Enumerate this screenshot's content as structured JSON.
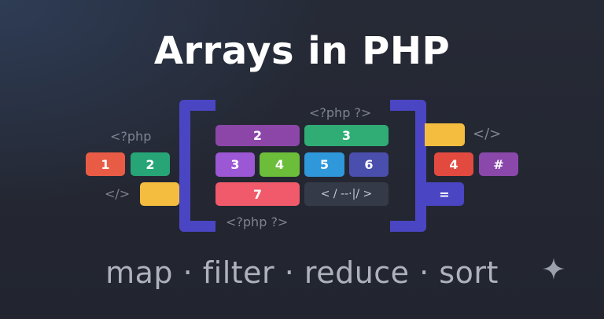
{
  "title": "Arrays in PHP",
  "footer": "map · filter · reduce · sort",
  "snippets": {
    "php_top_center": "<?php ?>",
    "php_bottom_center": "<?php ?>",
    "php_left": "<?php",
    "tag_left": "</>",
    "tag_right": "</>"
  },
  "inner_boxes": [
    {
      "label": "2",
      "color": "#8c46a8"
    },
    {
      "label": "3",
      "color": "#2fad74"
    },
    {
      "label": "3",
      "color": "#9c57d4"
    },
    {
      "label": "4",
      "color": "#6bbd3a"
    },
    {
      "label": "5",
      "color": "#2e98db"
    },
    {
      "label": "6",
      "color": "#4a4fad"
    },
    {
      "label": "7",
      "color": "#f05a6a"
    },
    {
      "label": "< /  --·|/ >",
      "color": "#353a48"
    }
  ],
  "left_boxes": [
    {
      "label": "1",
      "color": "#e85c45"
    },
    {
      "label": "2",
      "color": "#27a577"
    },
    {
      "label": "",
      "color": "#f4bd3f"
    }
  ],
  "right_boxes": [
    {
      "label": "",
      "color": "#f4bd3f"
    },
    {
      "label": "4",
      "color": "#e24a3f"
    },
    {
      "label": "#",
      "color": "#8a48ab"
    },
    {
      "label": "=",
      "color": "#4a45c2"
    }
  ],
  "colors": {
    "background": "#232733",
    "bracket": "#4a45c2",
    "title": "#ffffff",
    "footer": "#aeb2bd",
    "snippet": "#7e8391"
  },
  "icons": {
    "sparkle": "sparkle-icon"
  }
}
